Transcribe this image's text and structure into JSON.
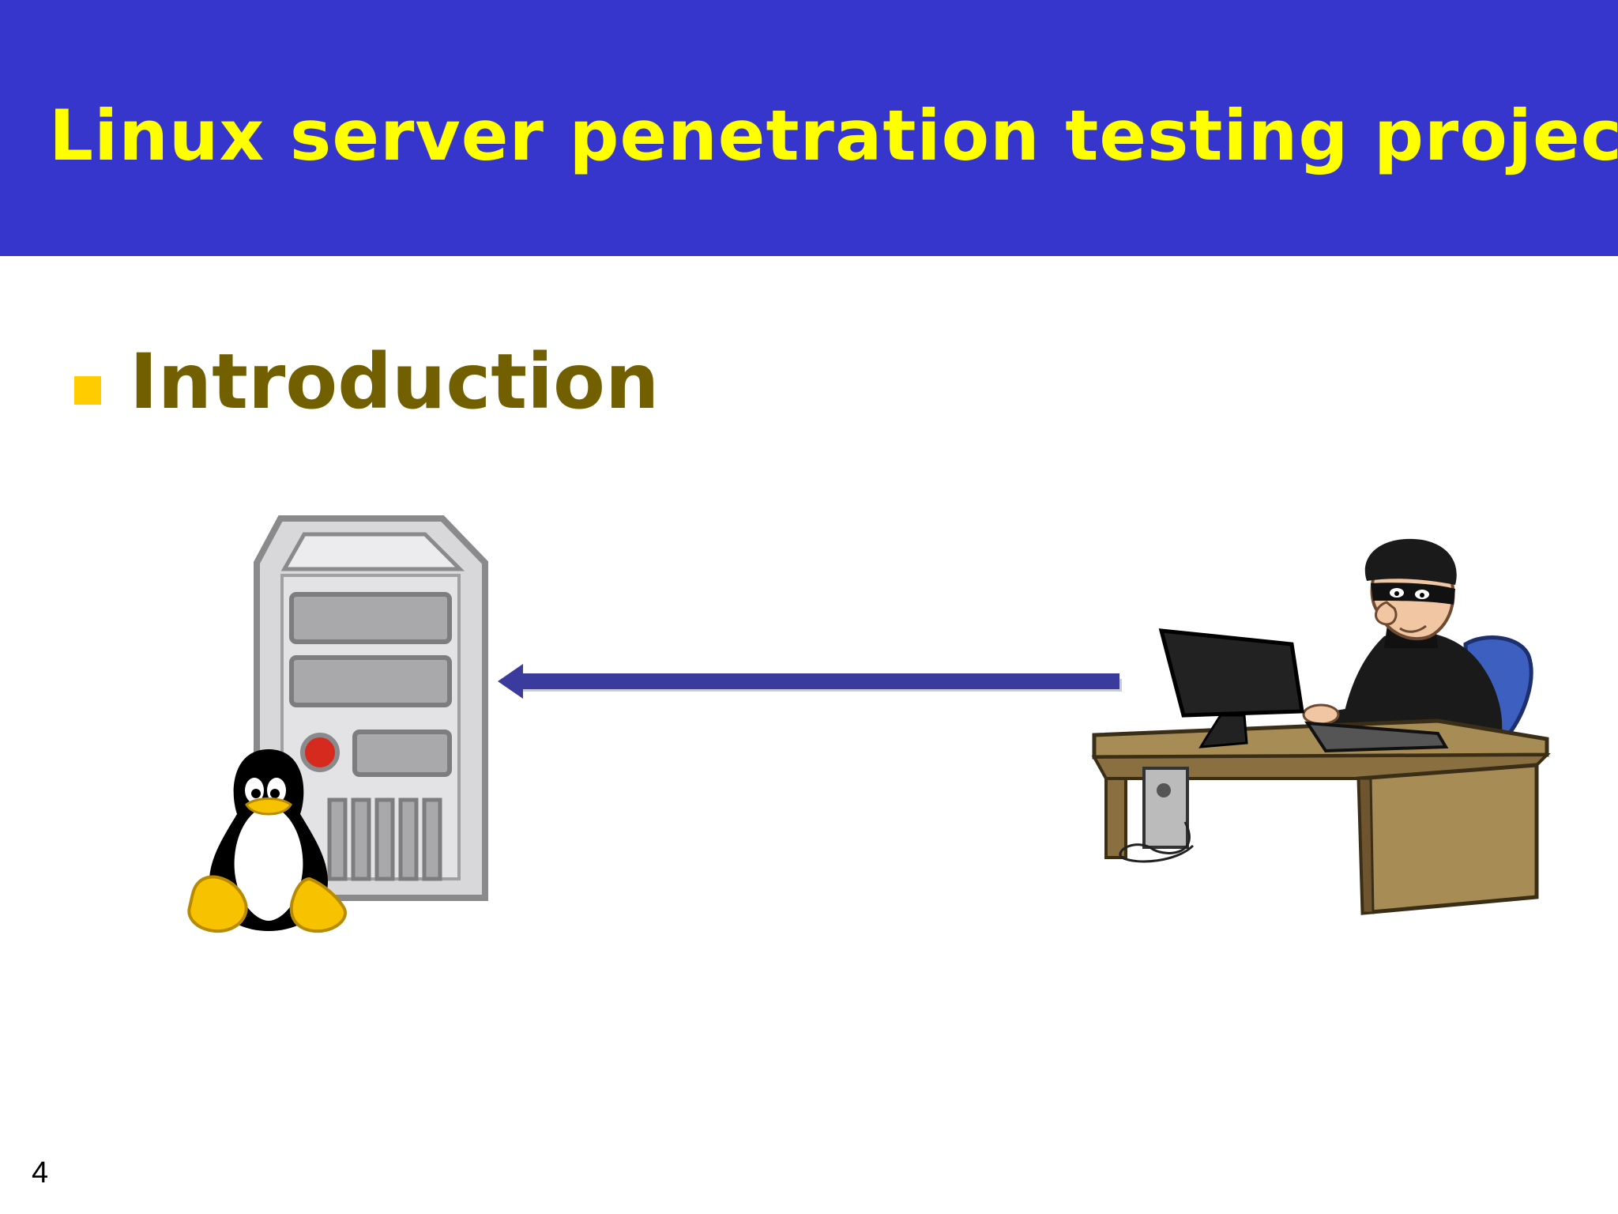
{
  "slide": {
    "title": "Linux server penetration testing project",
    "bullet_text": "Introduction",
    "page_number": "4"
  },
  "colors": {
    "header_bg": "#3636cc",
    "title_text": "#ffff00",
    "bullet_square": "#ffcc00",
    "bullet_text": "#726000",
    "arrow": "#3b3b9e",
    "server_body": "#d8d8da",
    "server_outline": "#8a8a8c",
    "server_led": "#d62a1e",
    "tux_yellow": "#f7c300",
    "desk": "#a88c55",
    "chair": "#3d5fbf"
  },
  "icons": {
    "server": "server-tower-icon",
    "penguin": "tux-penguin-icon",
    "hacker": "hacker-at-computer-icon",
    "arrow": "left-arrow-icon",
    "bullet": "square-bullet-icon"
  }
}
